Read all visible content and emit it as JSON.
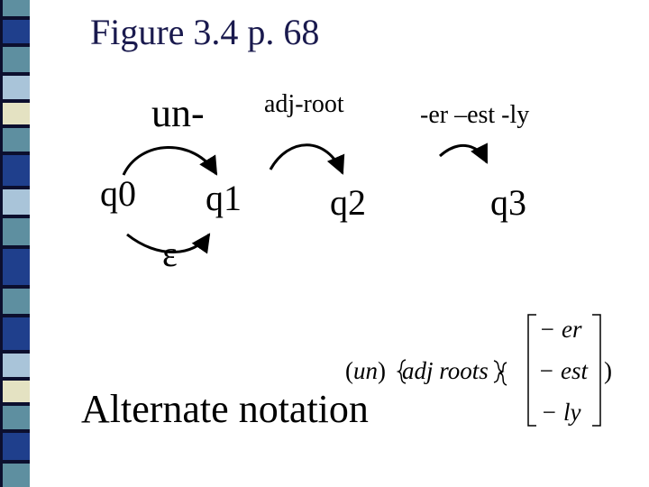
{
  "title": "Figure 3.4 p. 68",
  "states": [
    "q0",
    "q1",
    "q2",
    "q3"
  ],
  "transitions": {
    "prefix": "un-",
    "root": "adj-root",
    "suffixes": "-er –est -ly",
    "epsilon": "ε"
  },
  "alternate": {
    "label": "Alternate notation",
    "formula": {
      "un_open": "(",
      "un": "un",
      "un_close": ")",
      "adj_roots": "adj roots",
      "er": "− er",
      "est": "− est",
      "ly": "− ly",
      "close": ")"
    }
  },
  "sidebar_colors": [
    "#5e8fa0",
    "#1f3f8c",
    "#a9c4d9",
    "#e4e2c2",
    "#0c0f2e"
  ]
}
